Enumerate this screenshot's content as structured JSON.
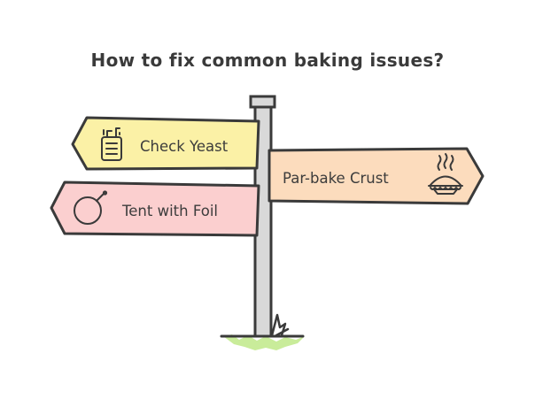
{
  "title": "How to fix common baking issues?",
  "signs": [
    {
      "id": "check-yeast",
      "label": "Check Yeast",
      "icon": "yeast-packet-icon",
      "direction": "left",
      "fill_color": "#fbf1a6"
    },
    {
      "id": "par-bake-crust",
      "label": "Par-bake Crust",
      "icon": "pie-icon",
      "direction": "right",
      "fill_color": "#fcdcbd"
    },
    {
      "id": "tent-with-foil",
      "label": "Tent with Foil",
      "icon": "frying-pan-icon",
      "direction": "left",
      "fill_color": "#fbcfcf"
    }
  ],
  "colors": {
    "outline": "#3a3a3a",
    "post": "#d9d9d9",
    "grass": "#c9ec9a"
  }
}
